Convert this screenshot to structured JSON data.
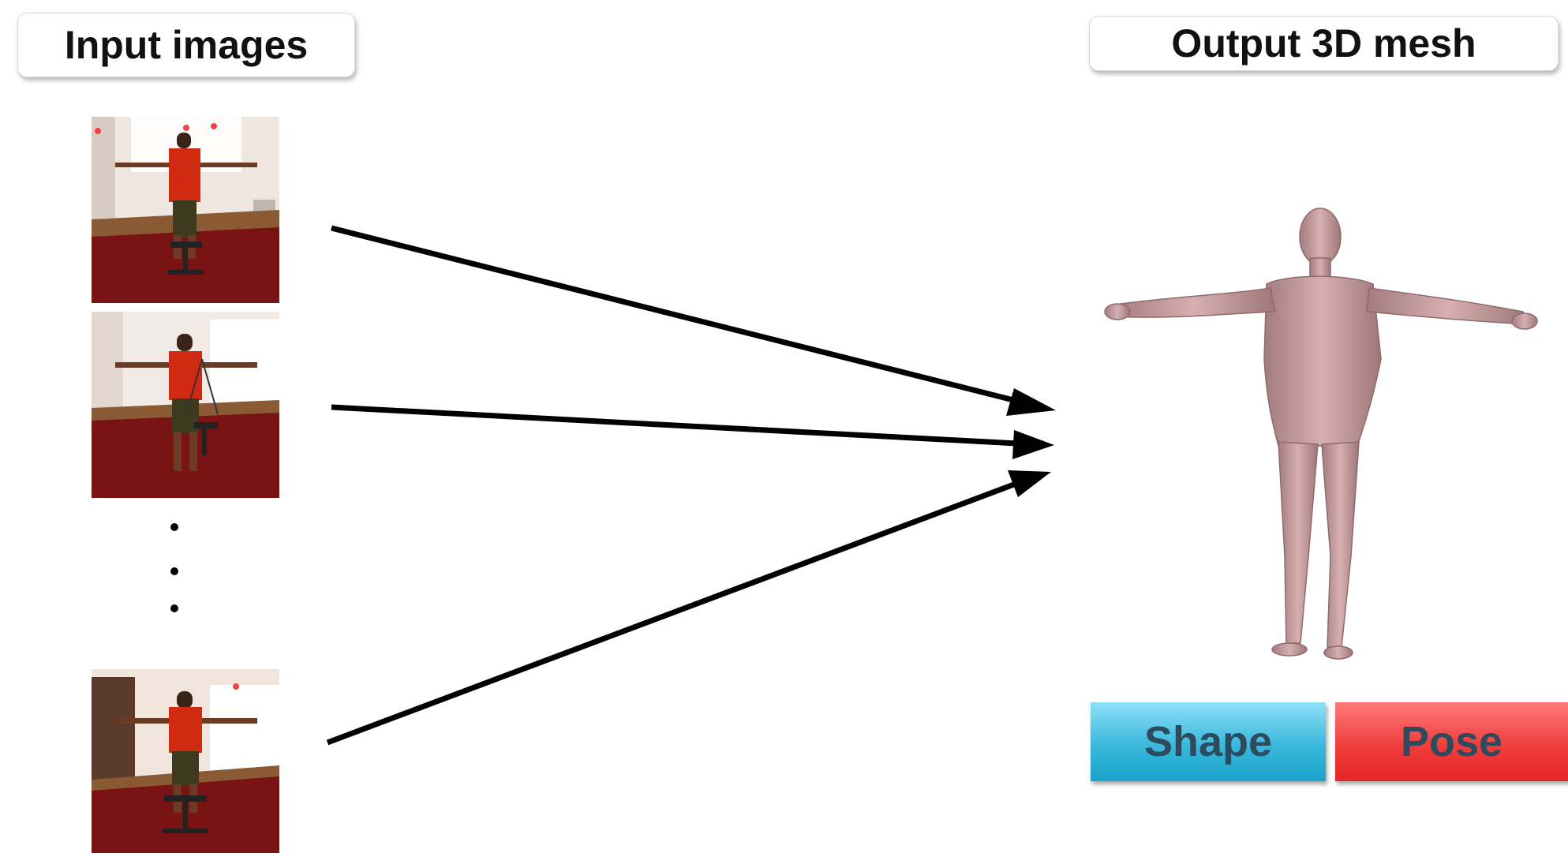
{
  "input_label": "Input images",
  "output_label": "Output 3D mesh",
  "buttons": {
    "shape": "Shape",
    "pose": "Pose"
  },
  "colors": {
    "shape": "#3ab8dc",
    "pose": "#f03d3d",
    "mesh": "#c8a0a0",
    "carpet": "#7a1414",
    "shirt": "#d12a12"
  },
  "icons": [
    "person-photo-icon",
    "human-mesh-icon",
    "arrow-icon",
    "ellipsis-dot-icon"
  ]
}
